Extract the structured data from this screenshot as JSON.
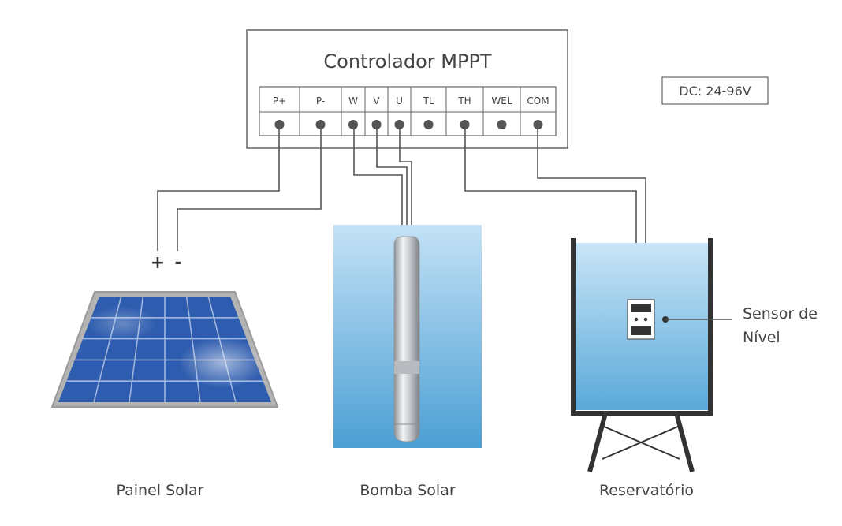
{
  "controller": {
    "title": "Controlador MPPT",
    "terminals": [
      "P+",
      "P-",
      "W",
      "V",
      "U",
      "TL",
      "TH",
      "WEL",
      "COM"
    ]
  },
  "voltage_label": "DC: 24-96V",
  "panel": {
    "plus": "+",
    "minus": "-",
    "caption": "Painel Solar"
  },
  "pump": {
    "caption": "Bomba Solar"
  },
  "reservoir": {
    "caption": "Reservatório",
    "sensor_label_line1": "Sensor de",
    "sensor_label_line2": "Nível"
  },
  "colors": {
    "line": "#555555",
    "water_top": "#b9dcf3",
    "water_bottom": "#4fa3d6",
    "panel_cell": "#2f5fb0",
    "panel_frame": "#a8a8a8",
    "stand": "#333333"
  }
}
